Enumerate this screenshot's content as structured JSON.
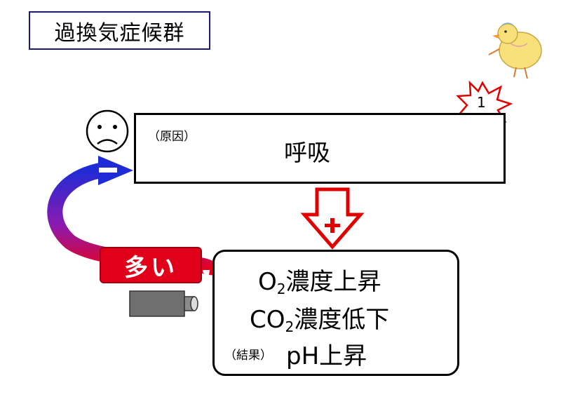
{
  "title": "過換気症候群",
  "cause": {
    "tag": "（原因）",
    "label": "呼吸"
  },
  "result": {
    "tag": "（結果）",
    "o2": {
      "prefix": "O",
      "sub": "2",
      "suffix": "濃度上昇"
    },
    "co2": {
      "prefix": "CO",
      "sub": "2",
      "suffix": "濃度低下"
    },
    "ph": "pH上昇"
  },
  "feedback_label": "多い",
  "feedback_sign": "−",
  "effect_sign": "＋",
  "badge_number": "1",
  "colors": {
    "up_arrow": "#e00000",
    "feedback_start": "#1f2bd6",
    "feedback_end": "#e8001e",
    "title_border": "#1a1a7a"
  }
}
